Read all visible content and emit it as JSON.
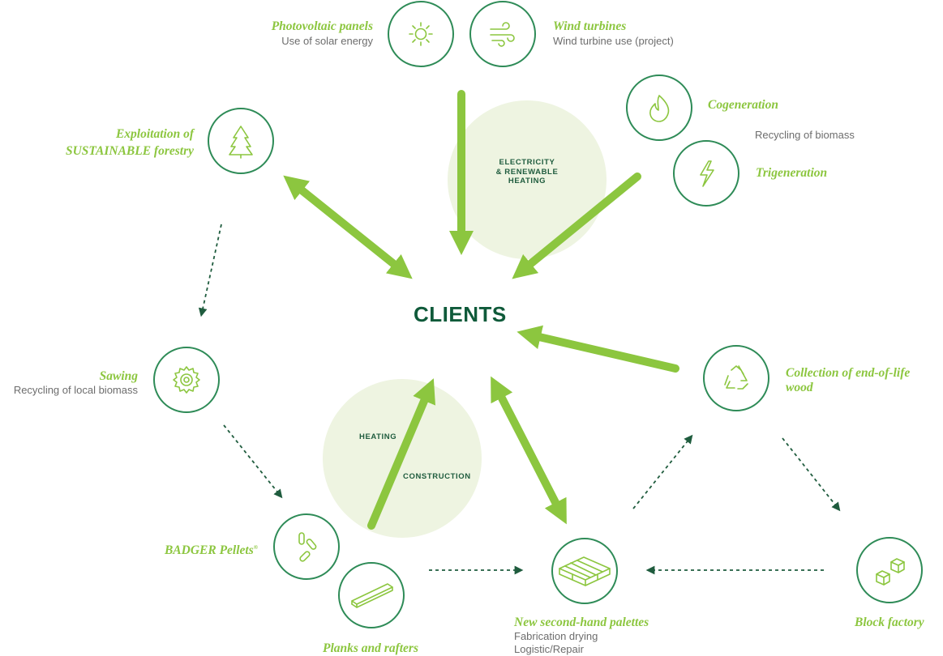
{
  "center": {
    "label": "CLIENTS"
  },
  "nodes": {
    "photovoltaic": {
      "title": "Photovoltaic panels",
      "subtitle": "Use of solar energy",
      "icon": "sun-icon"
    },
    "wind": {
      "title": "Wind turbines",
      "subtitle": "Wind turbine use (project)",
      "icon": "wind-icon"
    },
    "cogeneration": {
      "title": "Cogeneration",
      "icon": "flame-icon"
    },
    "biomass_note": "Recycling of biomass",
    "trigeneration": {
      "title": "Trigeneration",
      "icon": "lightning-icon"
    },
    "forestry": {
      "title_line1": "Exploitation of",
      "title_line2": "SUSTAINABLE forestry",
      "icon": "pine-tree-icon"
    },
    "sawing": {
      "title": "Sawing",
      "subtitle": "Recycling of local biomass",
      "icon": "saw-blade-icon"
    },
    "pellets": {
      "title": "BADGER Pellets",
      "mark": "®",
      "icon": "pellets-icon"
    },
    "planks": {
      "title": "Planks and rafters",
      "icon": "plank-icon"
    },
    "palettes": {
      "title": "New second-hand palettes",
      "subtitle_line1": "Fabrication drying",
      "subtitle_line2": "Logistic/Repair",
      "icon": "pallet-icon"
    },
    "collection": {
      "title_line1": "Collection of end-of-life",
      "title_line2": "wood",
      "icon": "recycle-icon"
    },
    "block_factory": {
      "title": "Block factory",
      "icon": "blocks-icon"
    }
  },
  "flows": {
    "energy": {
      "line1": "ELECTRICITY",
      "line2": "& RENEWABLE",
      "line3": "HEATING"
    },
    "heating": "HEATING",
    "construction": "CONSTRUCTION"
  },
  "colors": {
    "accent": "#8cc63f",
    "circle": "#2e8b57",
    "dark": "#0f5a3a",
    "bubble": "#eef4e1",
    "text": "#6d6d6d"
  }
}
